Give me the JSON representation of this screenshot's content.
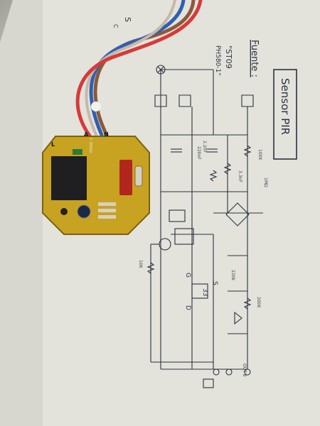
{
  "notes": {
    "title": "Sensor PIR",
    "fuente_label": "Fuente :",
    "model_1": "\"ST09",
    "model_2": "PH580-1\"",
    "top_left_1": "S",
    "top_left_2": "C",
    "zener_value": "33",
    "trans_g": "G",
    "trans_s": "S",
    "trans_d": "D",
    "wire_n": "N",
    "wire_a": "A",
    "wire_l": "L",
    "cap_1": "2.2nF",
    "cap_2": "220nF",
    "cap_3": "3.3nF",
    "res_1": "100K",
    "res_2": "220k",
    "res_3": "200K",
    "res_4": "1MΩ",
    "res_5": "10K",
    "small_out": "OUT 8",
    "pcb_code": "PHS80-1"
  },
  "colors": {
    "paper": "#e4e4dc",
    "ink": "#2b3142",
    "pcb": "#c8a321",
    "wire_red": "#d63a3a",
    "wire_blue": "#2f5fb4",
    "wire_brown": "#8a5a3a"
  }
}
